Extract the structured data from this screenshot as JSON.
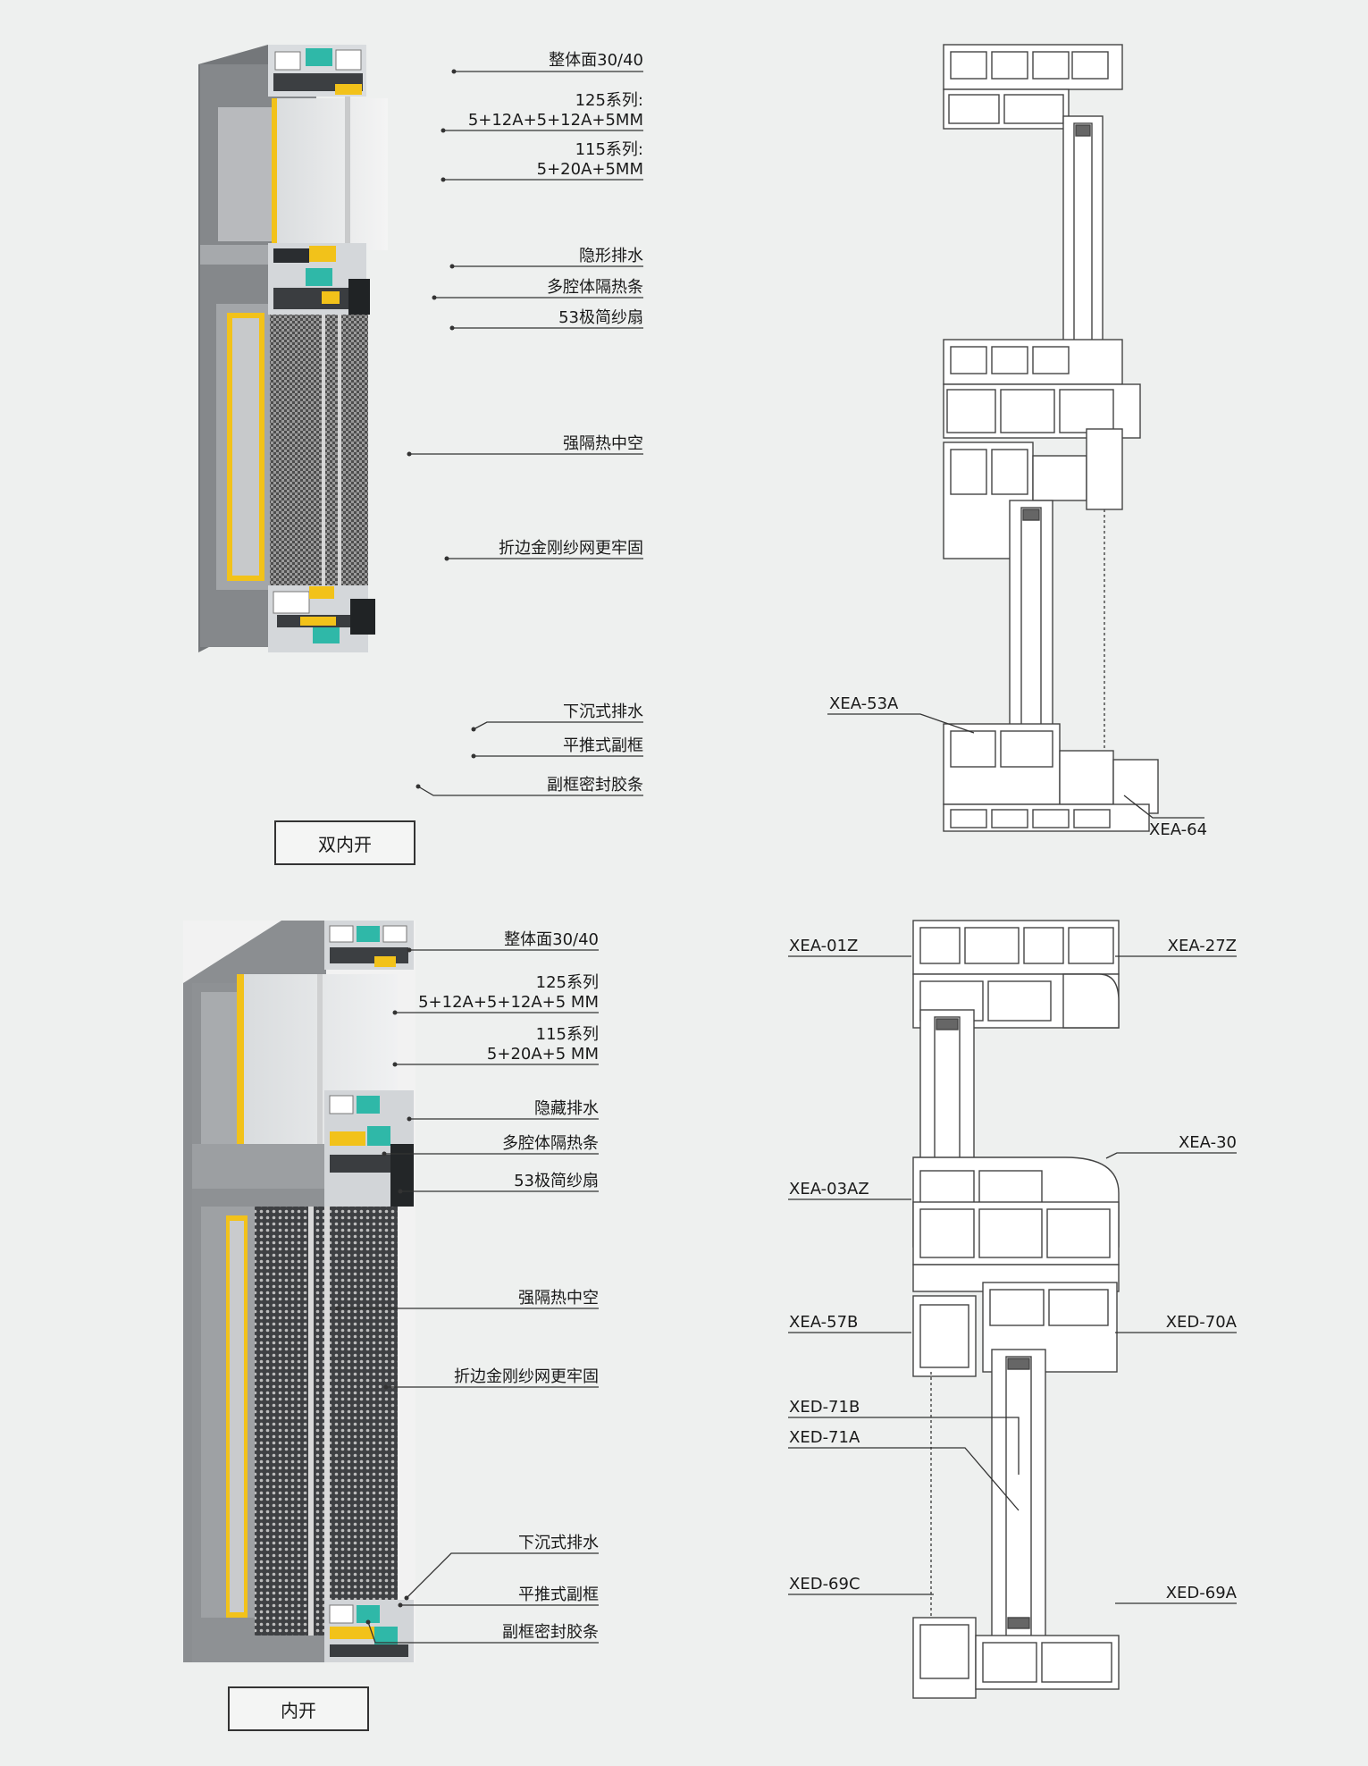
{
  "colors": {
    "background": "#eef0ef",
    "frame_grey": "#8a8d90",
    "frame_dark": "#5d6063",
    "gasket_yellow": "#f2c21a",
    "thermal_break_teal": "#2fb8a8",
    "line": "#333333"
  },
  "top_section": {
    "callouts": [
      {
        "text": "整体面30/40"
      },
      {
        "text": "125系列:"
      },
      {
        "text": "5+12A+5+12A+5MM"
      },
      {
        "text": "115系列:"
      },
      {
        "text": "5+20A+5MM"
      },
      {
        "text": "隐形排水"
      },
      {
        "text": "多腔体隔热条"
      },
      {
        "text": "53极简纱扇"
      },
      {
        "text": "强隔热中空"
      },
      {
        "text": "折边金刚纱网更牢固"
      },
      {
        "text": "下沉式排水"
      },
      {
        "text": "平推式副框"
      },
      {
        "text": "副框密封胶条"
      }
    ],
    "caption": "双内开",
    "drawing_labels": [
      "XEA-53A",
      "XEA-64"
    ]
  },
  "bottom_section": {
    "callouts": [
      {
        "text": "整体面30/40"
      },
      {
        "text": "125系列"
      },
      {
        "text": "5+12A+5+12A+5 MM"
      },
      {
        "text": "115系列"
      },
      {
        "text": "5+20A+5 MM"
      },
      {
        "text": "隐藏排水"
      },
      {
        "text": "多腔体隔热条"
      },
      {
        "text": "53极简纱扇"
      },
      {
        "text": "强隔热中空"
      },
      {
        "text": "折边金刚纱网更牢固"
      },
      {
        "text": "下沉式排水"
      },
      {
        "text": "平推式副框"
      },
      {
        "text": "副框密封胶条"
      }
    ],
    "caption": "内开",
    "drawing_labels": [
      "XEA-01Z",
      "XEA-27Z",
      "XEA-30",
      "XEA-03AZ",
      "XEA-57B",
      "XED-70A",
      "XED-71B",
      "XED-71A",
      "XED-69C",
      "XED-69A"
    ]
  }
}
